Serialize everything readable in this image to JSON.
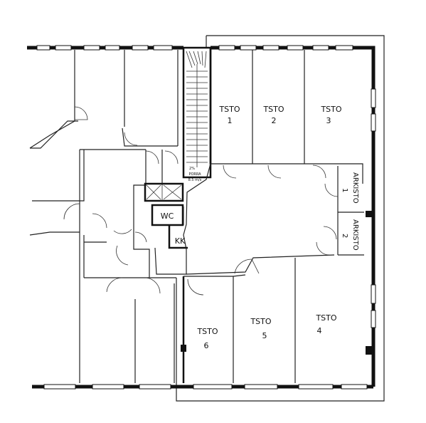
{
  "rooms": {
    "tsto1": {
      "name": "TSTO",
      "number": "1"
    },
    "tsto2": {
      "name": "TSTO",
      "number": "2"
    },
    "tsto3": {
      "name": "TSTO",
      "number": "3"
    },
    "tsto4": {
      "name": "TSTO",
      "number": "4"
    },
    "tsto5": {
      "name": "TSTO",
      "number": "5"
    },
    "tsto6": {
      "name": "TSTO",
      "number": "6"
    },
    "arkisto1": {
      "name": "ARKISTO",
      "number": "1"
    },
    "arkisto2": {
      "name": "ARKISTO",
      "number": "2"
    },
    "wc": {
      "name": "WC"
    },
    "kk": {
      "name": "KK"
    }
  },
  "stair_note": {
    "line1": "2%",
    "line2": "PORRA",
    "line3": "8.5 m/s"
  }
}
